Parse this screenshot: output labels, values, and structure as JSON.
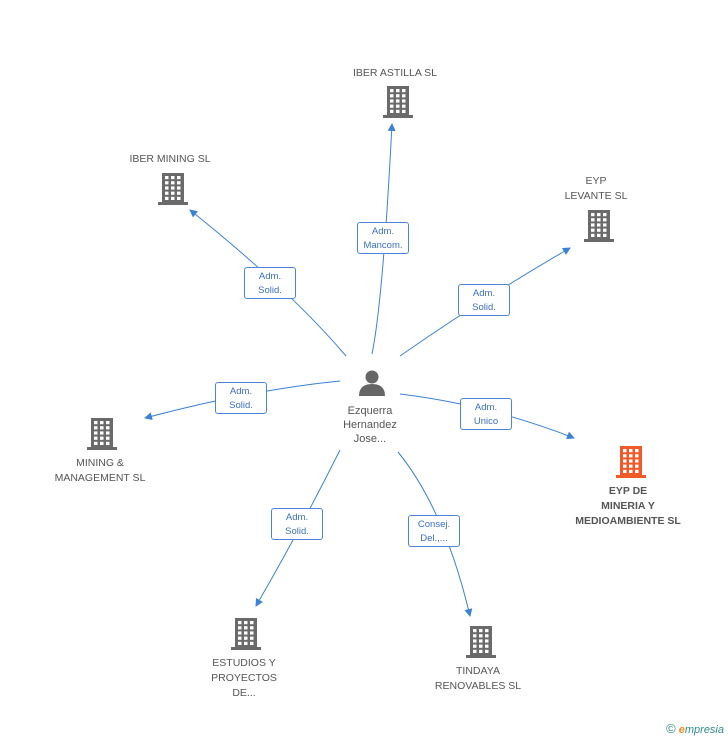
{
  "center": {
    "label": [
      "Ezquerra",
      "Hernandez",
      "Jose..."
    ],
    "icon": "person-icon",
    "color": "#666666"
  },
  "colors": {
    "building": "#6a6a6a",
    "building_highlight": "#f05a28",
    "edge": "#3b82d6",
    "role_border": "#4a86d8",
    "role_text": "#3a6fc0"
  },
  "companies": [
    {
      "id": "iber-astilla",
      "label": "IBER ASTILLA SL",
      "icon": "building-icon",
      "highlight": false
    },
    {
      "id": "iber-mining",
      "label": "IBER MINING SL",
      "icon": "building-icon",
      "highlight": false
    },
    {
      "id": "eyp-levante",
      "label": "EYP\nLEVANTE SL",
      "icon": "building-icon",
      "highlight": false
    },
    {
      "id": "mining-management",
      "label": "MINING &\nMANAGEMENT SL",
      "icon": "building-icon",
      "highlight": false
    },
    {
      "id": "eyp-mineria",
      "label": "EYP DE\nMINERIA Y\nMEDIOAMBIENTE SL",
      "icon": "building-icon",
      "highlight": true
    },
    {
      "id": "estudios-proyectos",
      "label": "ESTUDIOS Y\nPROYECTOS\nDE...",
      "icon": "building-icon",
      "highlight": false
    },
    {
      "id": "tindaya",
      "label": "TINDAYA\nRENOVABLES SL",
      "icon": "building-icon",
      "highlight": false
    }
  ],
  "roles": [
    {
      "target": "iber-astilla",
      "lines": [
        "Adm.",
        "Mancom."
      ]
    },
    {
      "target": "iber-mining",
      "lines": [
        "Adm.",
        "Solid."
      ]
    },
    {
      "target": "eyp-levante",
      "lines": [
        "Adm.",
        "Solid."
      ]
    },
    {
      "target": "mining-management",
      "lines": [
        "Adm.",
        "Solid."
      ]
    },
    {
      "target": "eyp-mineria",
      "lines": [
        "Adm.",
        "Unico"
      ]
    },
    {
      "target": "estudios-proyectos",
      "lines": [
        "Adm.",
        "Solid."
      ]
    },
    {
      "target": "tindaya",
      "lines": [
        "Consej.",
        "Del.,..."
      ]
    }
  ],
  "footer": {
    "copyright": "©",
    "brand_initial": "e",
    "brand_rest": "mpresia"
  }
}
